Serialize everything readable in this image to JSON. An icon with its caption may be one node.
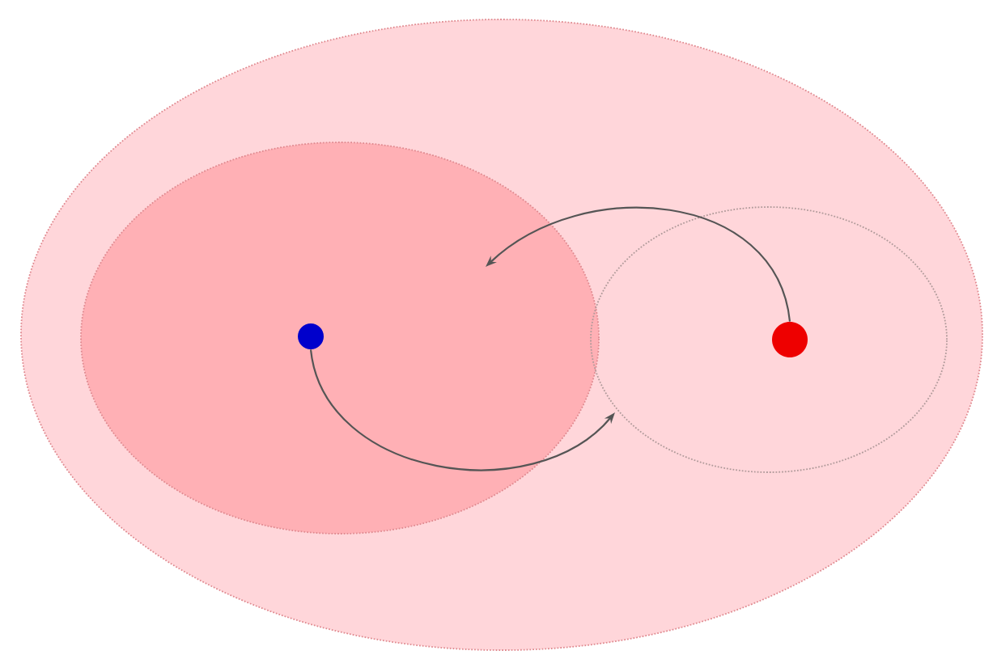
{
  "diagram": {
    "nodes": [
      {
        "text": [],
        "shape": "ellipse"
      },
      {
        "text": [],
        "shape": "ellipse",
        "in": 0
      },
      {
        "text": [],
        "shape": "ellipse",
        "in": 0
      },
      {
        "text": [],
        "shape": "circle",
        "in": 1
      },
      {
        "text": [],
        "shape": "circle",
        "in": 2
      }
    ],
    "edges": [
      {
        "from": 4,
        "to": 1,
        "arrow": "to"
      },
      {
        "from": 3,
        "to": 2,
        "arrow": "to"
      }
    ]
  }
}
